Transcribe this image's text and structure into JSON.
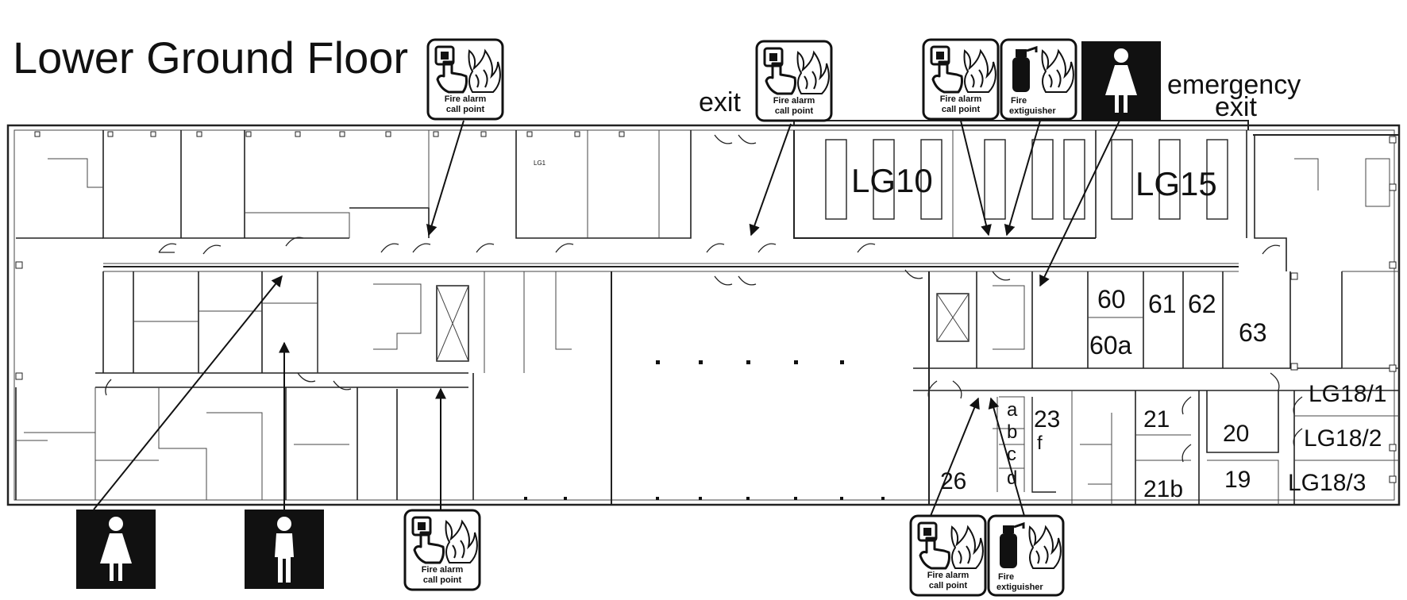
{
  "title": "Lower Ground Floor",
  "labels": {
    "exit": "exit",
    "emergency_exit_1": "emergency",
    "emergency_exit_2": "exit"
  },
  "signs": {
    "call_point_1": "Fire alarm",
    "call_point_2": "call point",
    "extinguisher_1": "Fire",
    "extinguisher_2": "extiguisher"
  },
  "rooms": {
    "lg10": "LG10",
    "lg15": "LG15",
    "lg61": "LG1",
    "r60": "60",
    "r60a": "60a",
    "r61": "61",
    "r62": "62",
    "r63": "63",
    "lg18_1": "LG18/1",
    "lg18_2": "LG18/2",
    "lg18_3": "LG18/3",
    "r21": "21",
    "r21b": "21b",
    "r20": "20",
    "r19": "19",
    "r23": "23",
    "ra": "a",
    "rb": "b",
    "rc": "c",
    "rd": "d",
    "rf": "f",
    "r26": "26"
  },
  "colors": {
    "ink": "#111111",
    "sign_background": "#ffffff",
    "toilet_sign_background": "#111111"
  },
  "icons": [
    "fire-alarm-call-point-icon",
    "fire-extinguisher-icon",
    "female-toilet-icon",
    "male-toilet-icon"
  ]
}
